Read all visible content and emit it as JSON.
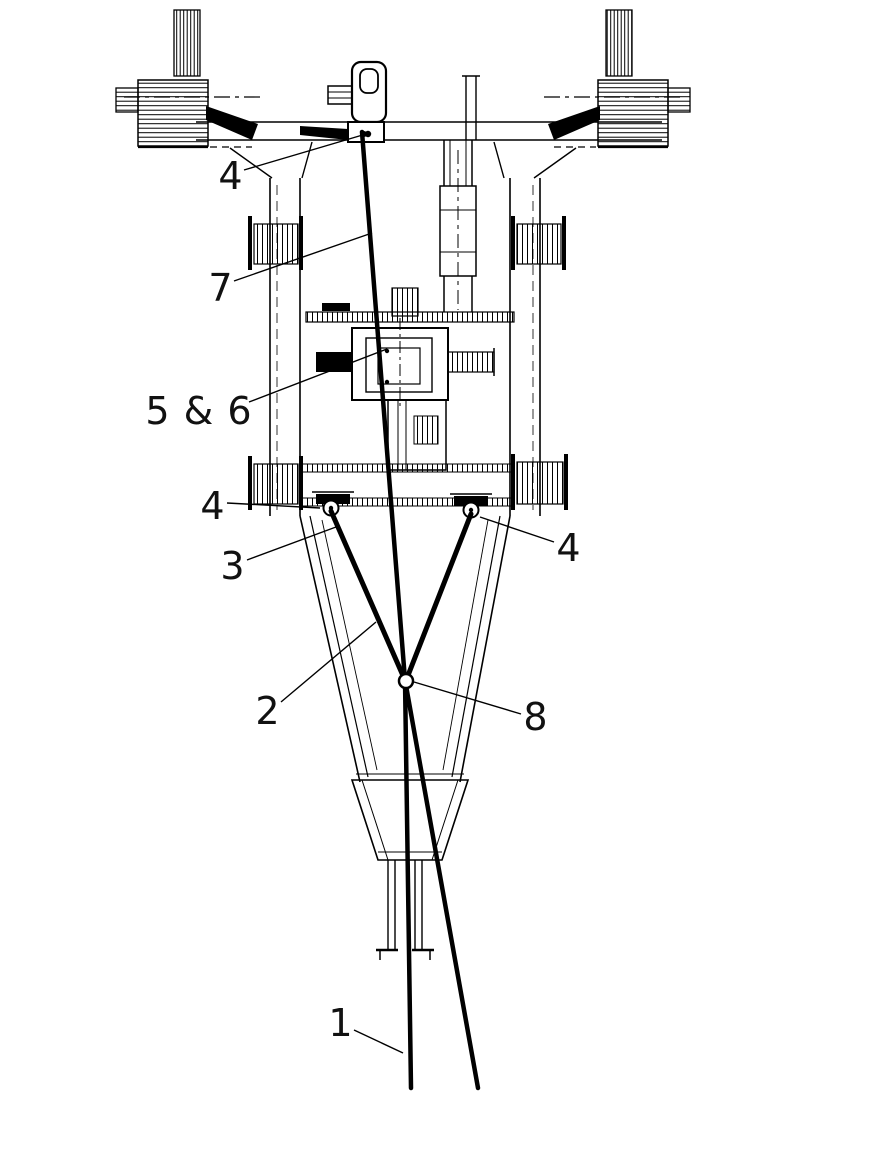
{
  "diagram": {
    "background": "#ffffff",
    "line_color": "#000000",
    "description": "technical-parts-diagram-cable-routing",
    "callouts": {
      "c4_top": "4",
      "c7": "7",
      "c5_6": "5 & 6",
      "c4_left": "4",
      "c3": "3",
      "c4_right": "4",
      "c2": "2",
      "c8": "8",
      "c1": "1"
    }
  }
}
